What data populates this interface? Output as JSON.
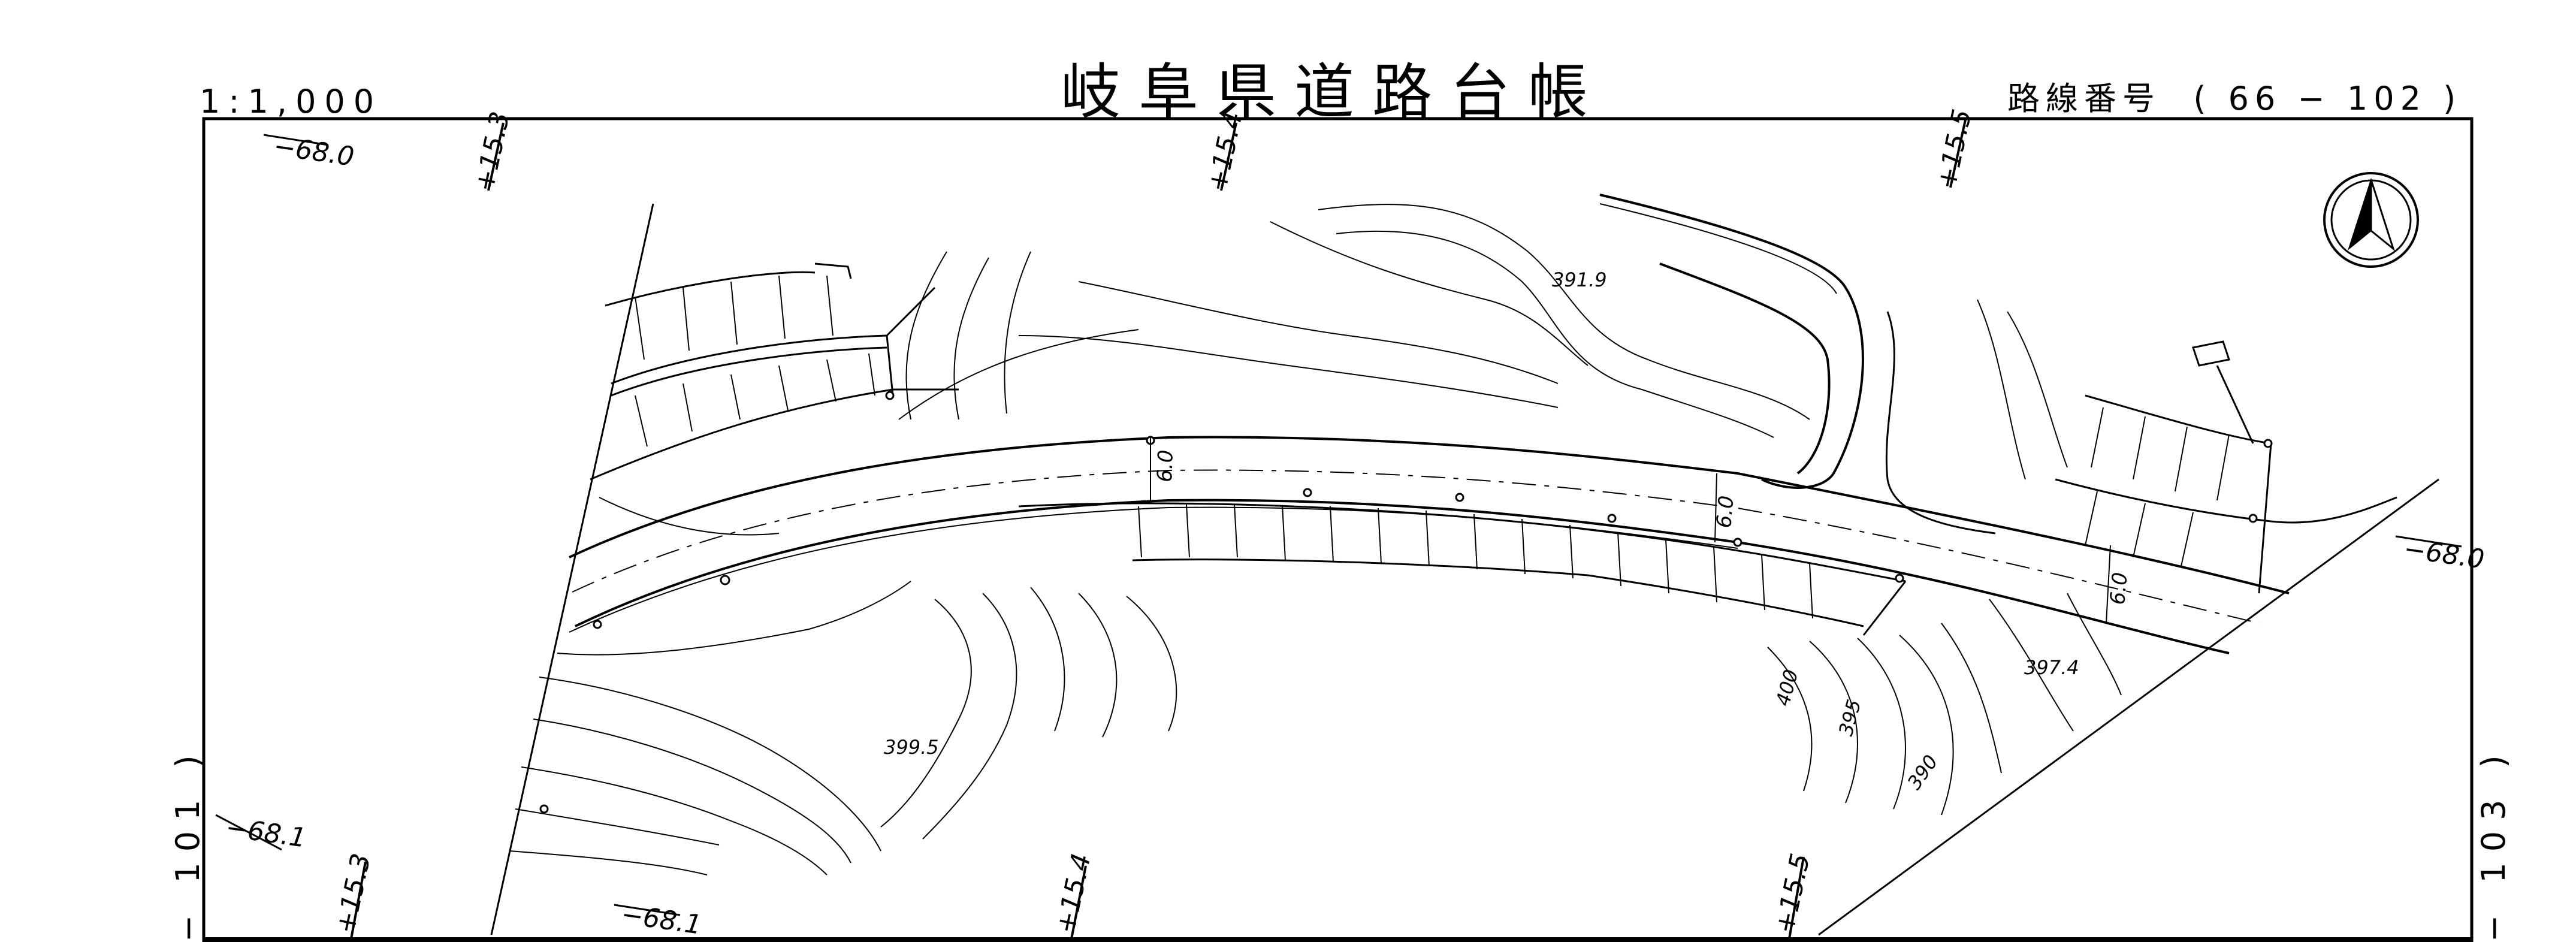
{
  "header": {
    "title": "岐阜県道路台帳",
    "scale": "1:1,000",
    "route_label": "路線番号",
    "route_number": "( 66 − 102 )"
  },
  "adjacent_sheets": {
    "left": "− 101 )",
    "right": "− 103 )"
  },
  "stations": {
    "top": [
      "+15.3",
      "+15.4",
      "+15.5"
    ],
    "bottom": [
      "+15.3",
      "+15.4",
      "+15.5"
    ]
  },
  "offsets": {
    "top_left": "−68.0",
    "right": "−68.0",
    "left_lower": "−68.1",
    "bottom": "−68.1"
  },
  "road_widths": [
    "6.0",
    "6.0",
    "6.0"
  ],
  "elevations": [
    "391.9",
    "399.5",
    "397.4",
    "400",
    "395",
    "390"
  ],
  "north_arrow": "north-arrow"
}
